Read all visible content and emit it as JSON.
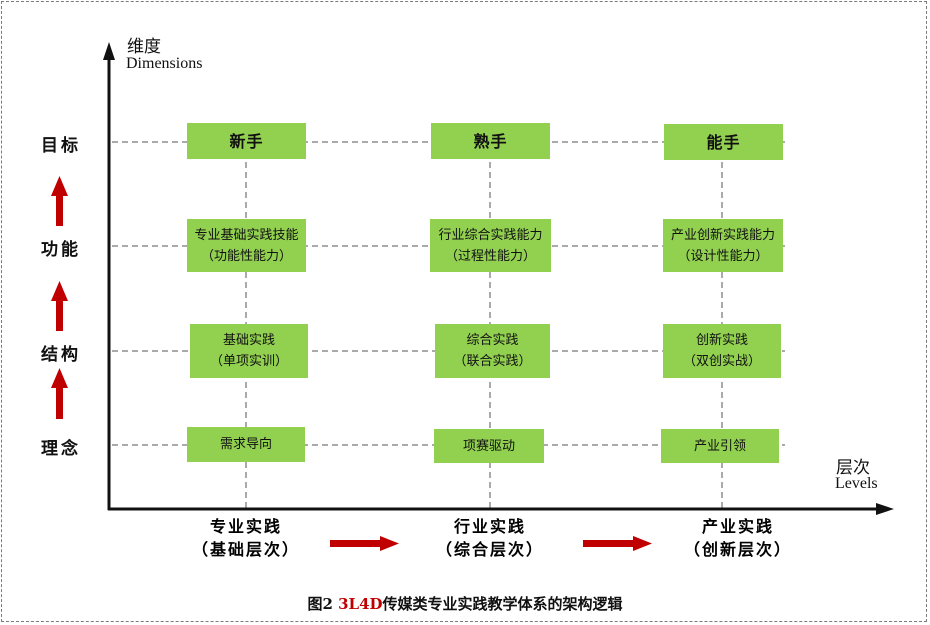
{
  "axes": {
    "y_title": "维度",
    "y_title_en": "Dimensions",
    "x_title": "层次",
    "x_title_en": "Levels"
  },
  "dimensions": [
    "目标",
    "功能",
    "结构",
    "理念"
  ],
  "levels": [
    {
      "name": "专业实践",
      "sub": "（基础层次）"
    },
    {
      "name": "行业实践",
      "sub": "（综合层次）"
    },
    {
      "name": "产业实践",
      "sub": "（创新层次）"
    }
  ],
  "grid": {
    "goal": [
      "新手",
      "熟手",
      "能手"
    ],
    "function": [
      {
        "l1": "专业基础实践技能",
        "l2": "（功能性能力）"
      },
      {
        "l1": "行业综合实践能力",
        "l2": "（过程性能力）"
      },
      {
        "l1": "产业创新实践能力",
        "l2": "（设计性能力）"
      }
    ],
    "structure": [
      {
        "l1": "基础实践",
        "l2": "（单项实训）"
      },
      {
        "l1": "综合实践",
        "l2": "（联合实践）"
      },
      {
        "l1": "创新实践",
        "l2": "（双创实战）"
      }
    ],
    "concept": [
      "需求导向",
      "项赛驱动",
      "产业引领"
    ]
  },
  "caption": {
    "prefix": "图2 ",
    "highlight": "3L4D",
    "rest": "传媒类专业实践教学体系的架构逻辑"
  },
  "colors": {
    "box_fill": "#92d050",
    "arrow_red": "#c00000",
    "highlight": "#c00000"
  }
}
